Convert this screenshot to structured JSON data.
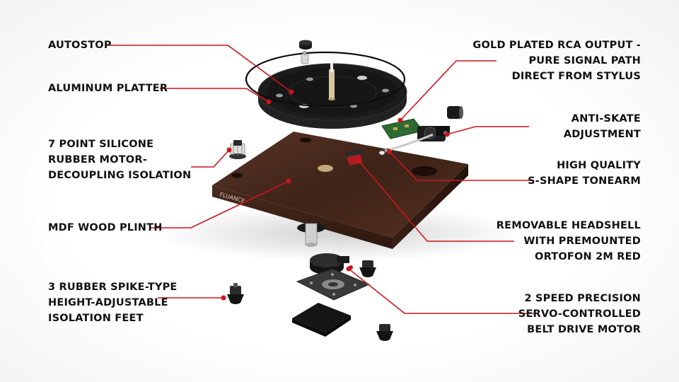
{
  "colors": {
    "leader": "#c8161d",
    "text": "#111111",
    "wood": "#4a2a1e",
    "platter": "#1a1a1a"
  },
  "brand_mark": "FLUANCE",
  "callouts": {
    "autostop": {
      "lines": [
        "AUTOSTOP"
      ]
    },
    "aluminum_platter": {
      "lines": [
        "ALUMINUM PLATTER"
      ]
    },
    "silicone_isolation": {
      "lines": [
        "7 POINT SILICONE",
        "RUBBER MOTOR-",
        "DECOUPLING ISOLATION"
      ]
    },
    "mdf_plinth": {
      "lines": [
        "MDF WOOD PLINTH"
      ]
    },
    "isolation_feet": {
      "lines": [
        "3 RUBBER SPIKE-TYPE",
        "HEIGHT-ADJUSTABLE",
        "ISOLATION FEET"
      ]
    },
    "rca_output": {
      "lines": [
        "GOLD PLATED RCA OUTPUT -",
        "PURE SIGNAL PATH",
        "DIRECT FROM STYLUS"
      ]
    },
    "anti_skate": {
      "lines": [
        "ANTI-SKATE",
        "ADJUSTMENT"
      ]
    },
    "tonearm": {
      "lines": [
        "HIGH QUALITY",
        "S-SHAPE TONEARM"
      ]
    },
    "headshell": {
      "lines": [
        "REMOVABLE HEADSHELL",
        "WITH PREMOUNTED",
        "ORTOFON 2M RED"
      ]
    },
    "motor": {
      "lines": [
        "2 SPEED PRECISION",
        "SERVO-CONTROLLED",
        "BELT DRIVE MOTOR"
      ]
    }
  }
}
